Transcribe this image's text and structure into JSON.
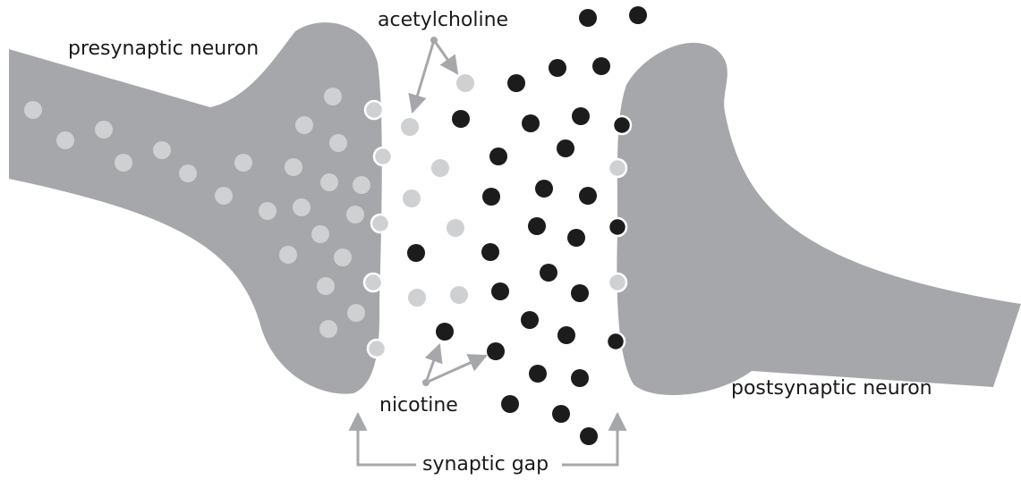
{
  "labels": {
    "presynaptic": "presynaptic neuron",
    "acetylcholine": "acetylcholine",
    "nicotine": "nicotine",
    "synaptic_gap": "synaptic gap",
    "postsynaptic": "postsynaptic neuron"
  },
  "colors": {
    "neuron": "#a6a7aa",
    "acetylcholine": "#cfd0d2",
    "nicotine": "#1c1c1c",
    "arrow": "#a6a7aa",
    "text": "#1a1a1a"
  }
}
